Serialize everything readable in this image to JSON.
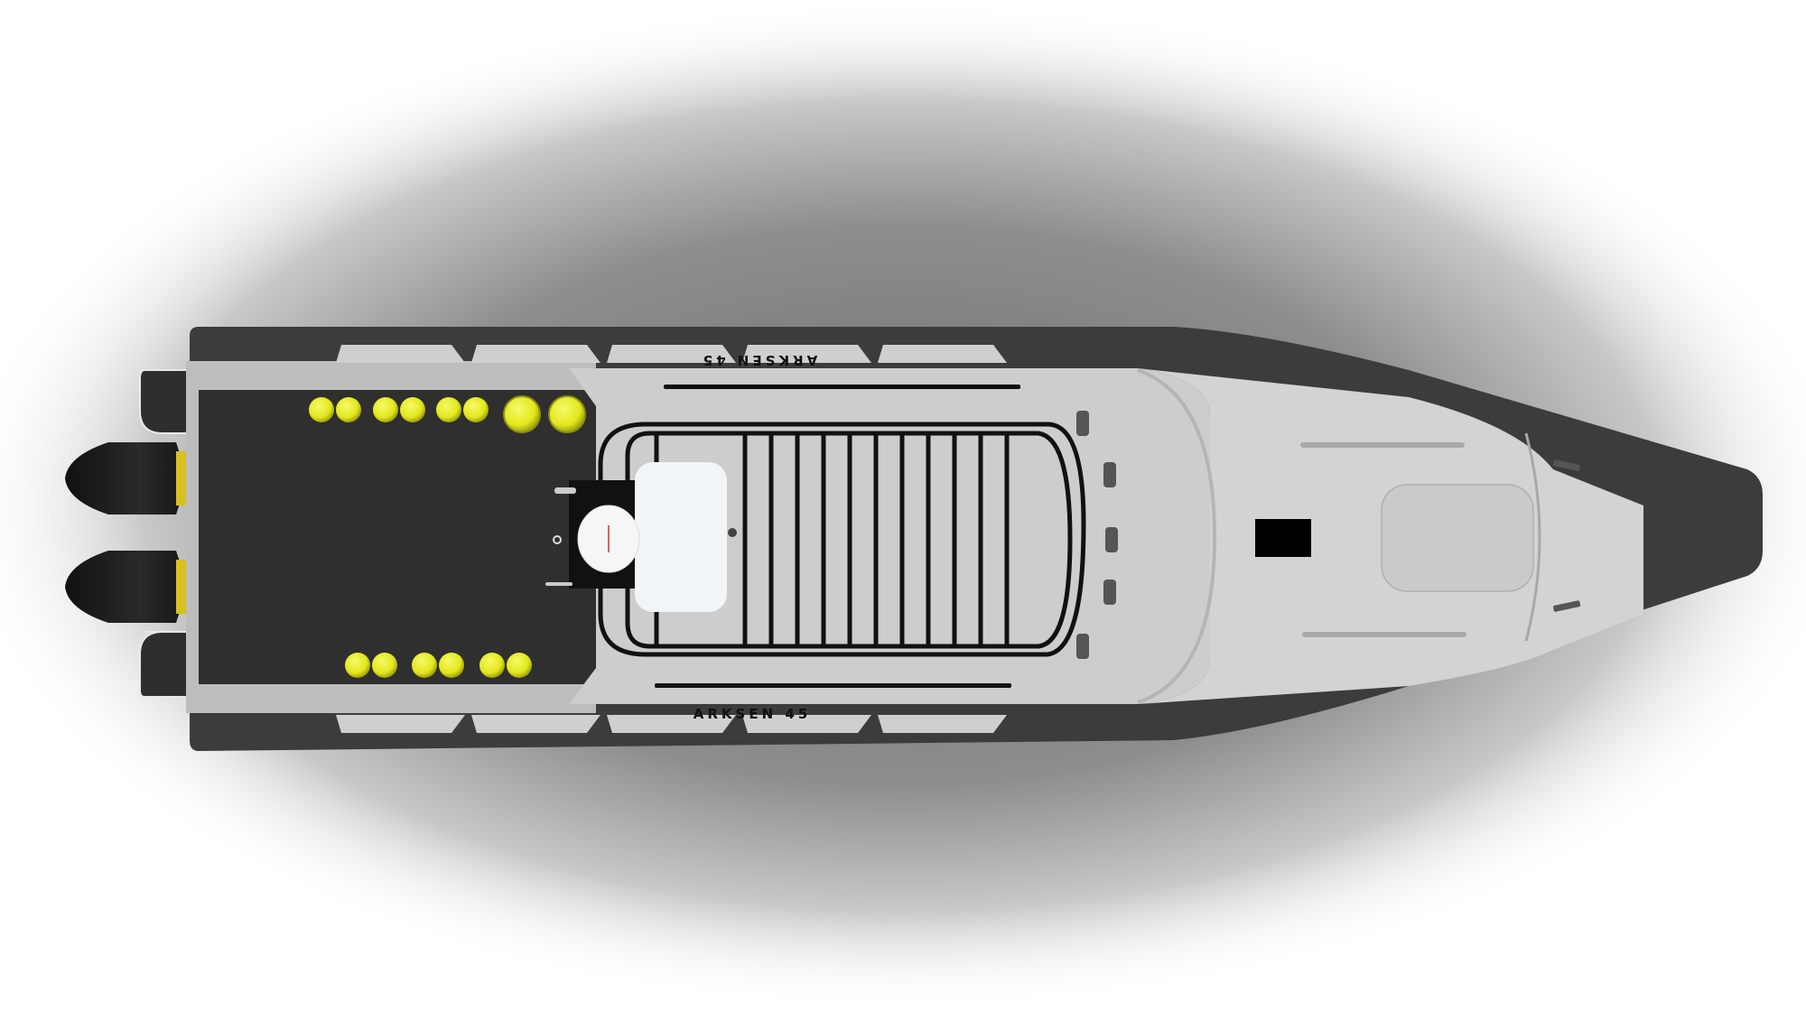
{
  "scene": {
    "type": "3D render, top-down view of a rigid inflatable boat",
    "background_color": "#ffffff",
    "shadow_color": "#8a8a8a"
  },
  "boat": {
    "model_name_starboard": "ARKSEN 45",
    "model_name_port": "ARKSEN 45",
    "colors": {
      "tube": "#3c3c3c",
      "deck_console": "#cfcfcf",
      "aft_deck": "#2f2f2f",
      "roll_cage": "#111111",
      "buoys": "#e4ea1c",
      "engines": "#1e1e1e",
      "hatch": "#000000",
      "liferaft": "#f2f5f8",
      "radome": "#f6f6f6"
    },
    "engines_count": 2,
    "buoys_top_count": 8,
    "buoys_bottom_count": 6,
    "roll_cage_bars": 11,
    "cleats_count": 5,
    "deck_panels_per_side": 5
  }
}
